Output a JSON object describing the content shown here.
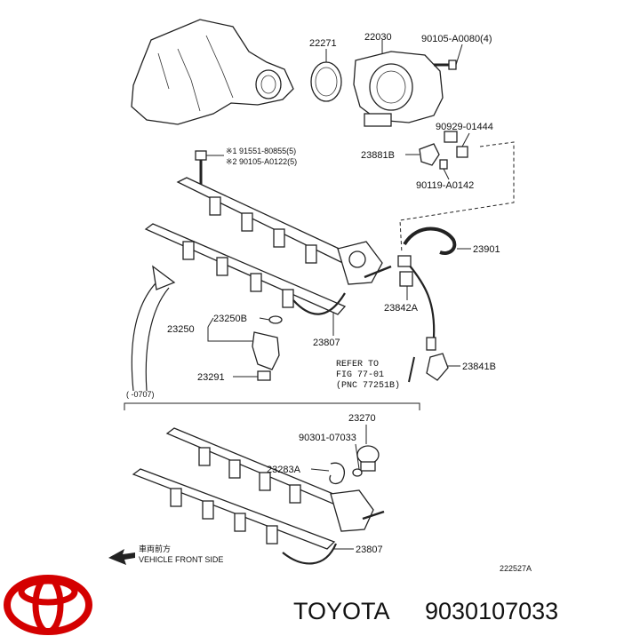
{
  "labels": {
    "p22271": "22271",
    "p22030": "22030",
    "p90105_a0080": "90105-A0080(4)",
    "note1": "※1 91551-80855(5)",
    "note2": "※2 90105-A0122(5)",
    "p90929": "90929-01444",
    "p23881b": "23881B",
    "p90119": "90119-A0142",
    "p23901": "23901",
    "p23842a": "23842A",
    "p23250b": "23250B",
    "p23250": "23250",
    "p23807_top": "23807",
    "p23291": "23291",
    "refer_line1": "REFER TO",
    "refer_line2": "FIG 77-01",
    "refer_line3": "(PNC 77251B)",
    "p23841b": "23841B",
    "date_range": "(     -0707)",
    "p23270": "23270",
    "p90301": "90301-07033",
    "p23283a": "23283A",
    "p23807_bot": "23807",
    "front_jp": "車両前方",
    "front_en": "VEHICLE FRONT SIDE",
    "fig_code": "222527A"
  },
  "footer": {
    "brand": "TOYOTA",
    "part_number": "9030107033",
    "logo_color": "#d40000"
  }
}
